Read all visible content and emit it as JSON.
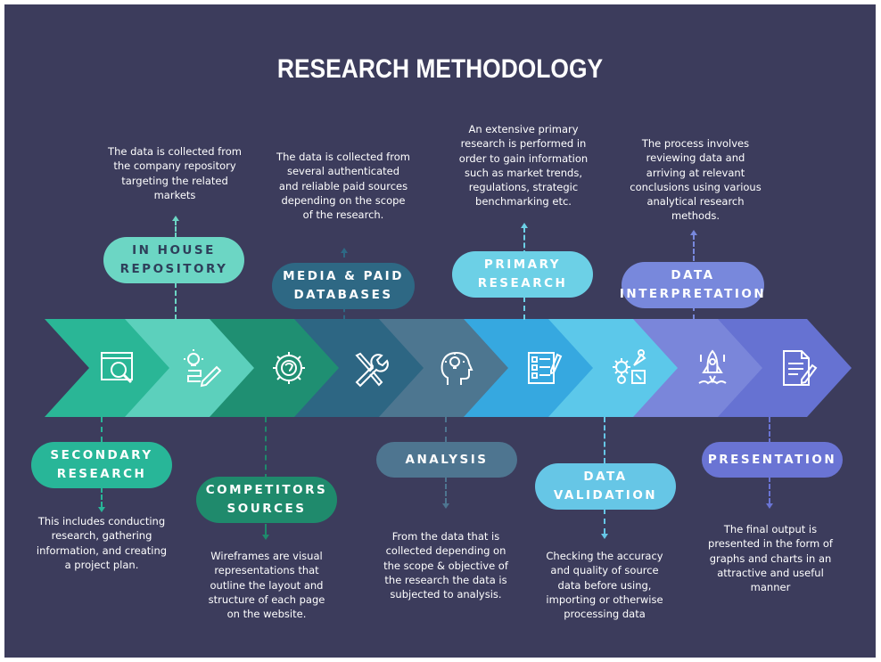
{
  "title": "RESEARCH METHODOLOGY",
  "colors": {
    "background": "#3c3c5c",
    "in_house": "#6cd6c4",
    "secondary": "#28b698",
    "competitors": "#1f8a6c",
    "media": "#2e6884",
    "analysis": "#4e7590",
    "primary": "#6cd0e6",
    "validation": "#66c6e6",
    "interpretation": "#7888dc",
    "presentation": "#6a74d4"
  },
  "steps": {
    "in_house": {
      "label_line1": "IN HOUSE",
      "label_line2": "REPOSITORY",
      "description": "The data is collected from the company repository targeting the related markets",
      "icon": "idea-pencil-icon"
    },
    "secondary": {
      "label_line1": "SECONDARY",
      "label_line2": "RESEARCH",
      "description": "This includes conducting research, gathering information, and creating a project plan.",
      "icon": "browser-search-icon"
    },
    "competitors": {
      "label_line1": "COMPETITORS",
      "label_line2": "SOURCES",
      "description": "Wireframes are visual representations that outline the layout and structure of each page on the website.",
      "icon": "gear-brain-icon"
    },
    "media": {
      "label_line1": "MEDIA & PAID",
      "label_line2": "DATABASES",
      "description": "The data is collected from several authenticated and reliable paid sources depending on the scope of the research.",
      "icon": "wrench-screwdriver-icon"
    },
    "analysis": {
      "label_line1": "ANALYSIS",
      "description": "From the data that is collected depending on the scope & objective of the research the data is subjected to analysis.",
      "icon": "head-idea-icon"
    },
    "primary": {
      "label_line1": "PRIMARY",
      "label_line2": "RESEARCH",
      "description": "An extensive primary research is performed in order to gain information such as market trends, regulations, strategic benchmarking etc.",
      "icon": "checklist-icon"
    },
    "validation": {
      "label_line1": "DATA",
      "label_line2": "VALIDATION",
      "description": "Checking the accuracy and quality of source data before using, importing or otherwise processing data",
      "icon": "gears-tools-icon"
    },
    "interpretation": {
      "label_line1": "DATA",
      "label_line2": "INTERPRETATION",
      "description": "The process involves reviewing data and arriving at relevant conclusions using various analytical research methods.",
      "icon": "rocket-icon"
    },
    "presentation": {
      "label_line1": "PRESENTATION",
      "description": "The final output is presented in the form of graphs and charts in an attractive and useful manner",
      "icon": "document-pen-icon"
    }
  }
}
